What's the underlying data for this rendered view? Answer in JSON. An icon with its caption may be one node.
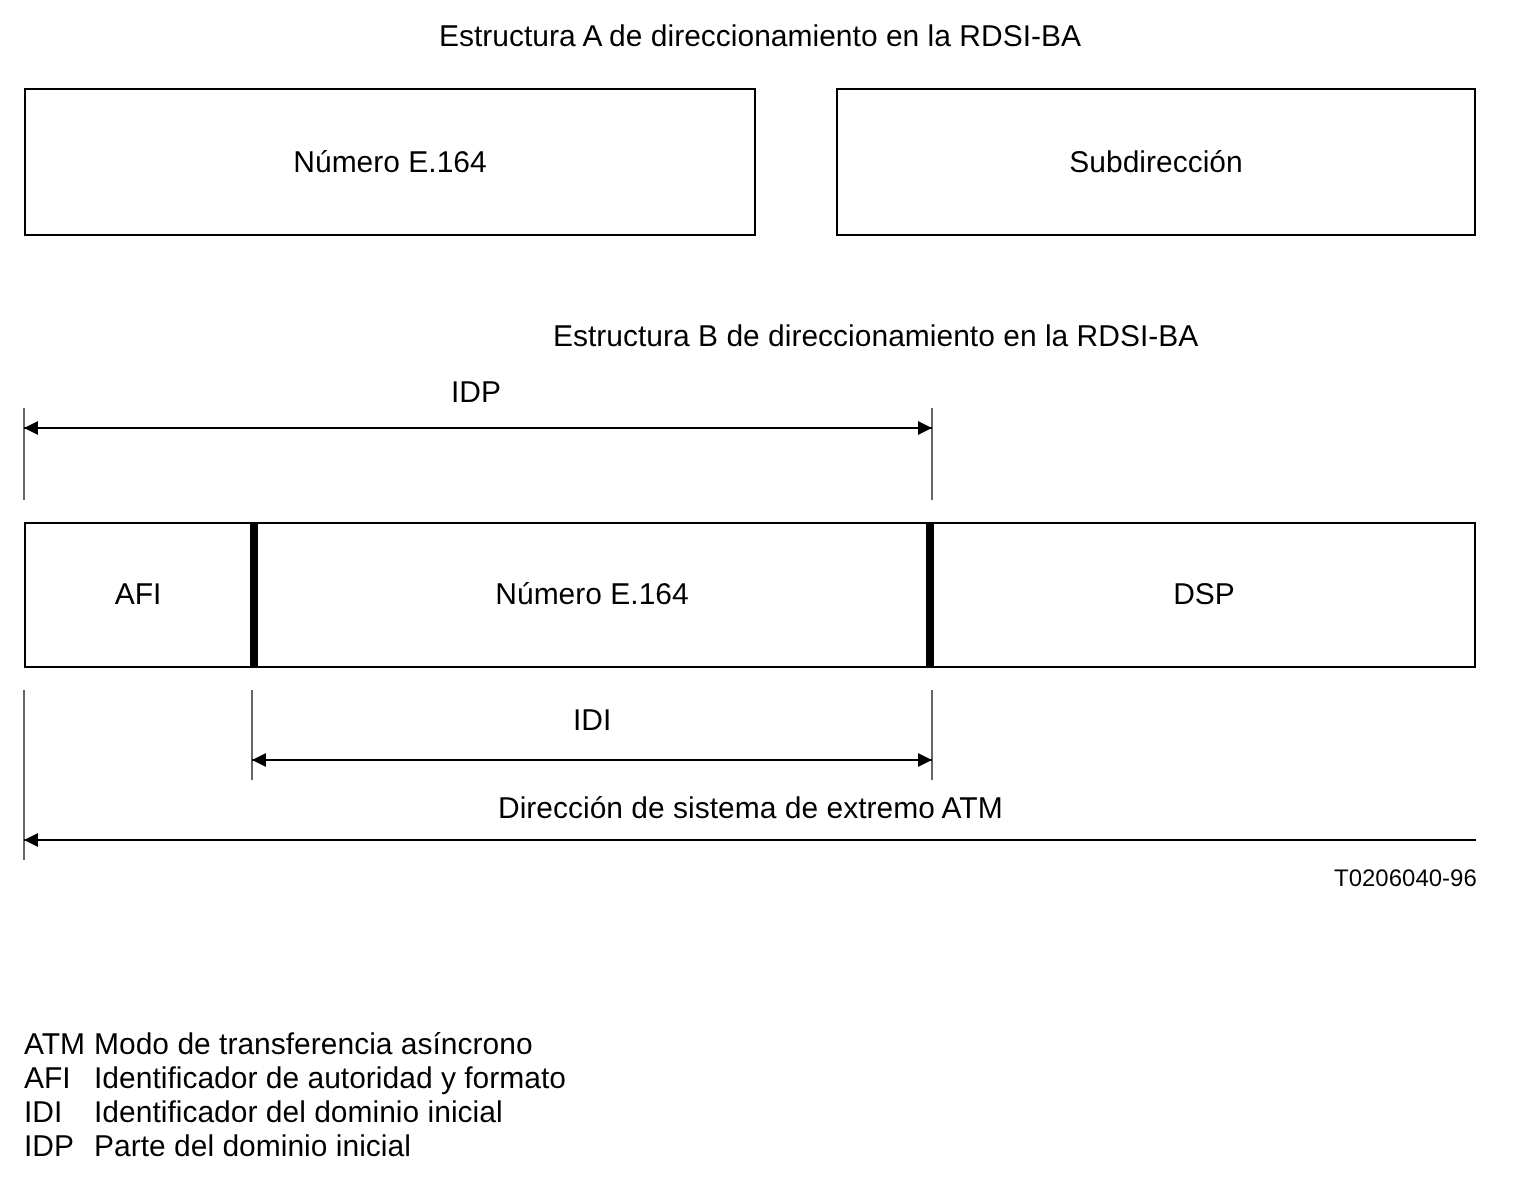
{
  "diagram": {
    "nodes": [
      {
        "text": [
          "Número E.164"
        ]
      },
      {
        "text": [
          "Subdirección"
        ]
      },
      {
        "text": [
          "AFI"
        ]
      },
      {
        "text": [
          "Número E.164"
        ]
      },
      {
        "text": [
          "DSP"
        ]
      }
    ],
    "labels": [
      "Estructura A de direccionamiento en la RDSI-BA",
      "Estructura B de direccionamiento en la RDSI-BA",
      "IDP",
      "IDI",
      "Dirección de sistema de extremo ATM",
      "T0206040-96",
      "ATM",
      "Modo de transferencia asíncrono",
      "AFI",
      "Identificador de autoridad y formato",
      "IDI",
      "Identificador del dominio inicial",
      "IDP",
      "Parte del dominio inicial"
    ]
  }
}
